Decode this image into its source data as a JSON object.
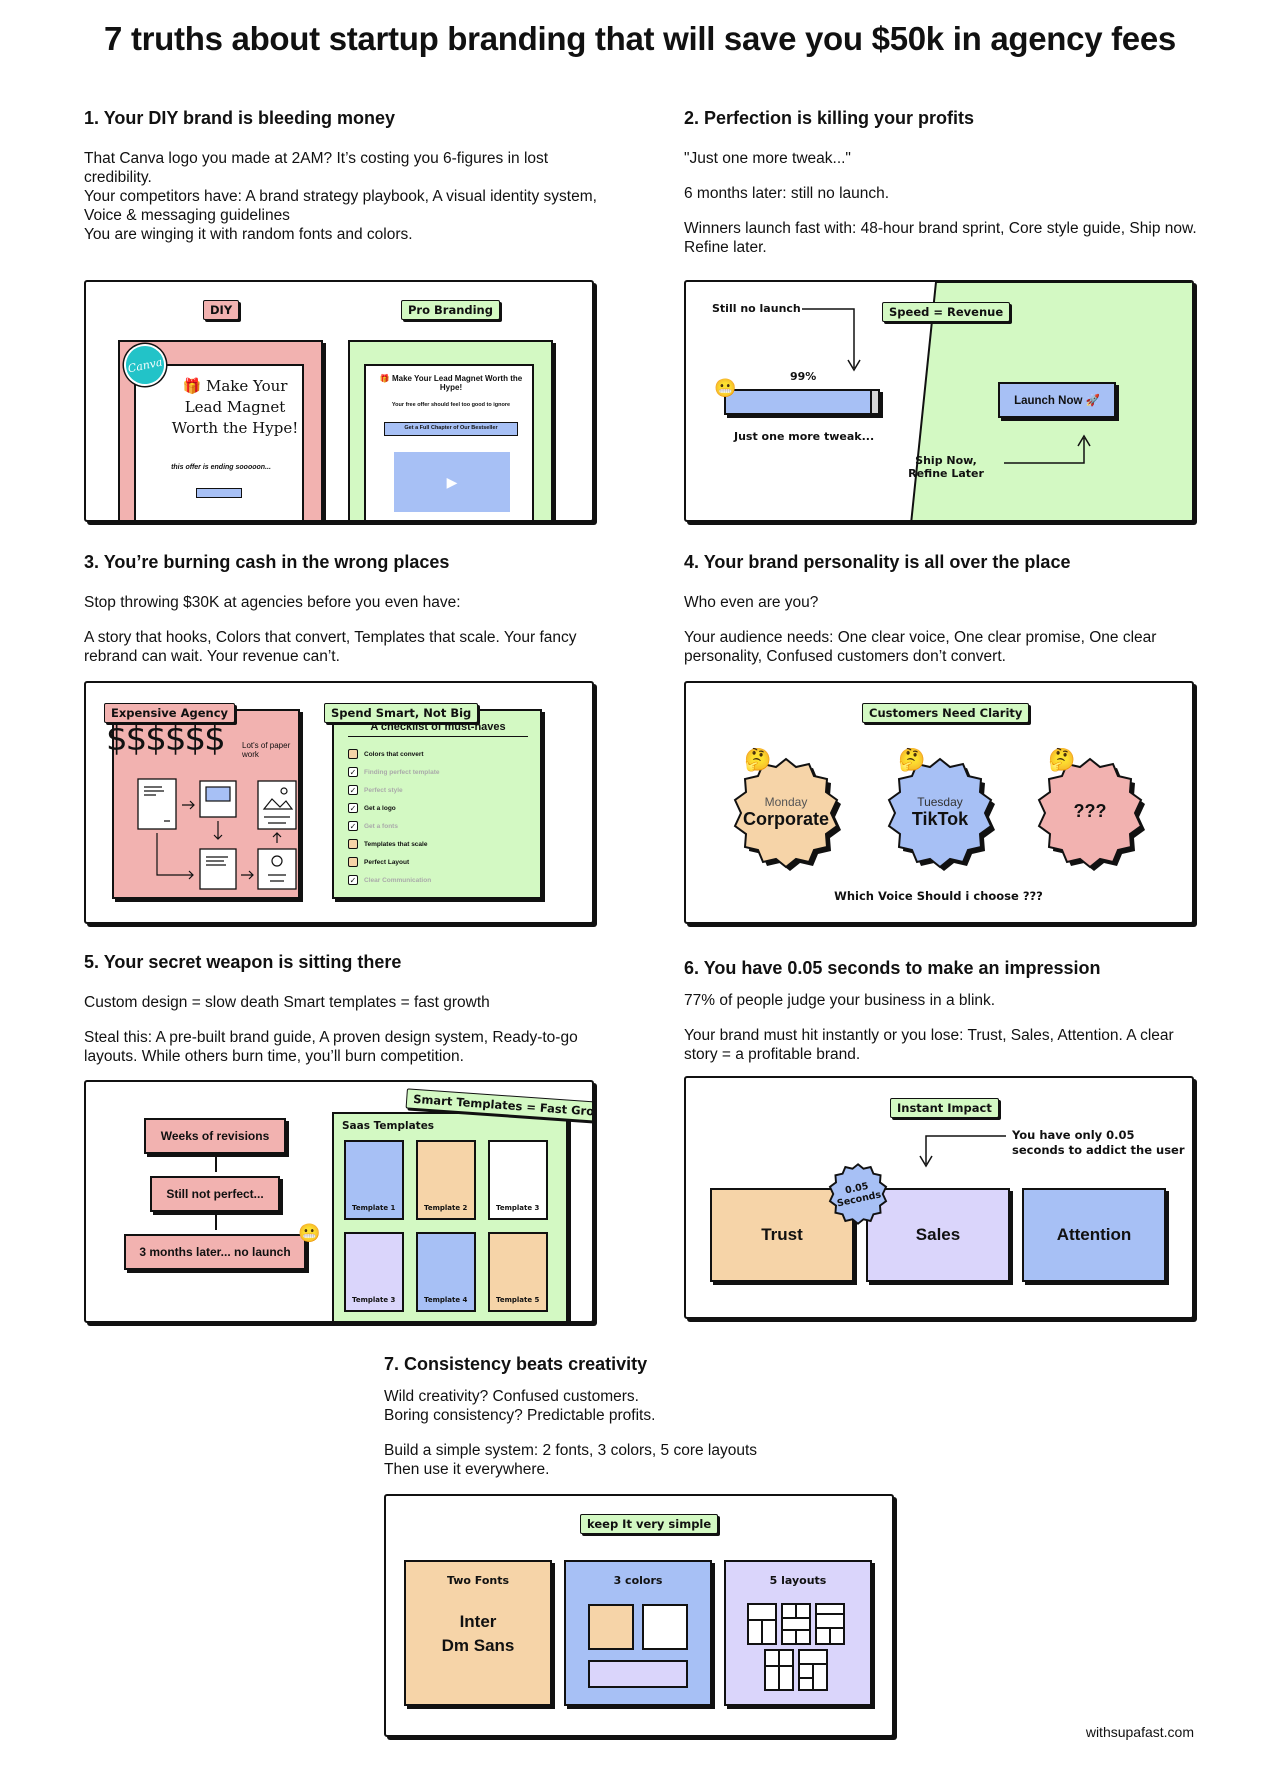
{
  "title": "7 truths about startup branding that will save you $50k in agency fees",
  "sections": [
    {
      "heading": "1. Your DIY brand is bleeding money",
      "paragraphs": [
        "That Canva logo you made at 2AM? It’s costing you 6-figures in lost credibility.",
        "Your competitors have: A brand strategy playbook, A visual identity system, Voice & messaging guidelines",
        "You are winging it with random fonts and colors."
      ],
      "illustration": {
        "tag_diy": "DIY",
        "tag_pro": "Pro Branding",
        "canva_badge": "Canva",
        "diy_headline": "🎁 Make Your Lead Magnet Worth the Hype!",
        "diy_footnote": "this offer is ending sooooon...",
        "pro_headline": "🎁 Make Your Lead Magnet Worth the Hype!",
        "pro_sub": "Your free offer should feel too good to ignore",
        "pro_button": "Get a Full Chapter of Our Bestseller"
      }
    },
    {
      "heading": "2. Perfection is killing your profits",
      "paragraphs": [
        "\"Just one more tweak...\"",
        "6 months later: still no launch.",
        "Winners launch fast with: 48-hour brand sprint, Core style guide, Ship now. Refine later."
      ],
      "illustration": {
        "still_no_launch": "Still no launch",
        "tag_speed": "Speed = Revenue",
        "percent": "99%",
        "tweak": "Just one more tweak...",
        "launch_btn": "Launch Now 🚀",
        "ship_now": "Ship Now,\nRefine Later",
        "progress": 0.96
      }
    },
    {
      "heading": "3. You’re burning cash in the wrong places",
      "paragraphs": [
        "Stop throwing $30K at agencies before you even have:",
        "A story that hooks, Colors that convert, Templates that scale. Your fancy rebrand can wait. Your revenue can’t."
      ],
      "illustration": {
        "tag_agency": "Expensive Agency",
        "tag_smart": "Spend Smart, Not Big",
        "dollars": "$$$$$$",
        "paper_work": "Lot's of paper work",
        "checklist_title": "A checklist of must-haves",
        "checklist": [
          {
            "label": "Colors that convert",
            "done": false,
            "muted": false
          },
          {
            "label": "Finding perfect template",
            "done": true,
            "muted": true
          },
          {
            "label": "Perfect style",
            "done": true,
            "muted": true
          },
          {
            "label": "Get a logo",
            "done": true,
            "muted": false
          },
          {
            "label": "Get a fonts",
            "done": true,
            "muted": true
          },
          {
            "label": "Templates that scale",
            "done": false,
            "muted": false
          },
          {
            "label": "Perfect Layout",
            "done": false,
            "muted": false
          },
          {
            "label": "Clear Communication",
            "done": true,
            "muted": true
          }
        ]
      }
    },
    {
      "heading": "4. Your brand personality is all over the place",
      "paragraphs": [
        "Who even are you?",
        "Your audience needs: One clear voice, One clear promise, One clear personality, Confused customers don’t convert."
      ],
      "illustration": {
        "tag": "Customers Need Clarity",
        "badges": [
          {
            "day": "Monday",
            "name": "Corporate"
          },
          {
            "day": "Tuesday",
            "name": "TikTok"
          },
          {
            "day": "",
            "name": "???"
          }
        ],
        "question": "Which Voice Should i choose ???"
      }
    },
    {
      "heading": "5. Your secret weapon is sitting there",
      "paragraphs": [
        "Custom design = slow death Smart templates = fast growth",
        "Steal this: A pre-built brand guide, A proven design system, Ready-to-go layouts.  While others burn time, you’ll burn competition."
      ],
      "illustration": {
        "steps": [
          "Weeks of revisions",
          "Still not perfect...",
          "3 months later... no launch"
        ],
        "tag": "Smart Templates = Fast Growth",
        "saas": "Saas Templates",
        "templates": [
          "Template 1",
          "Template 2",
          "Template 3",
          "Template 3",
          "Template 4",
          "Template 5"
        ]
      }
    },
    {
      "heading": "6. You have 0.05 seconds to make an impression",
      "paragraphs": [
        "77% of people judge your business in a blink.",
        "Your brand must hit instantly or you lose: Trust, Sales, Attention. A clear story = a profitable brand."
      ],
      "illustration": {
        "tag": "Instant Impact",
        "note": "You have only 0.05\nseconds to addict the user",
        "seconds": "0.05\nSeconds",
        "boxes": [
          "Trust",
          "Sales",
          "Attention"
        ]
      }
    },
    {
      "heading": "7. Consistency beats creativity",
      "paragraphs": [
        "Wild creativity? Confused customers.\nBoring consistency? Predictable profits.",
        "Build a simple system: 2 fonts, 3 colors, 5 core layouts\nThen use it everywhere."
      ],
      "illustration": {
        "tag": "keep It very simple",
        "fonts_title": "Two Fonts",
        "font1": "Inter",
        "font2": "Dm Sans",
        "colors_title": "3 colors",
        "layouts_title": "5 layouts"
      }
    }
  ],
  "footer": "withsupafast.com",
  "colors": {
    "pink": "#f2b2b0",
    "green": "#d3f9c3",
    "peach": "#f6d4a8",
    "blue": "#a7c0f5",
    "lavender": "#dad5fb"
  }
}
